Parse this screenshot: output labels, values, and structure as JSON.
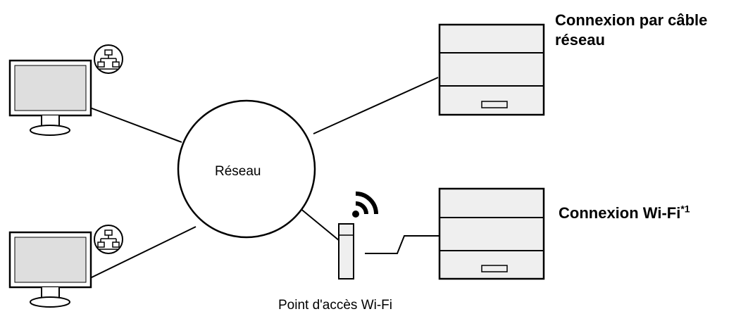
{
  "labels": {
    "network": "Réseau",
    "access_point": "Point d'accès Wi-Fi",
    "wired_line1": "Connexion par câble",
    "wired_line2": "réseau",
    "wifi": "Connexion Wi-Fi",
    "wifi_footnote": "*1"
  },
  "colors": {
    "stroke": "#000000",
    "device_fill": "#efefef",
    "screen_fill": "#dedede"
  },
  "icons": [
    "lan-icon",
    "wifi-signal-icon",
    "lightning-link-icon"
  ]
}
